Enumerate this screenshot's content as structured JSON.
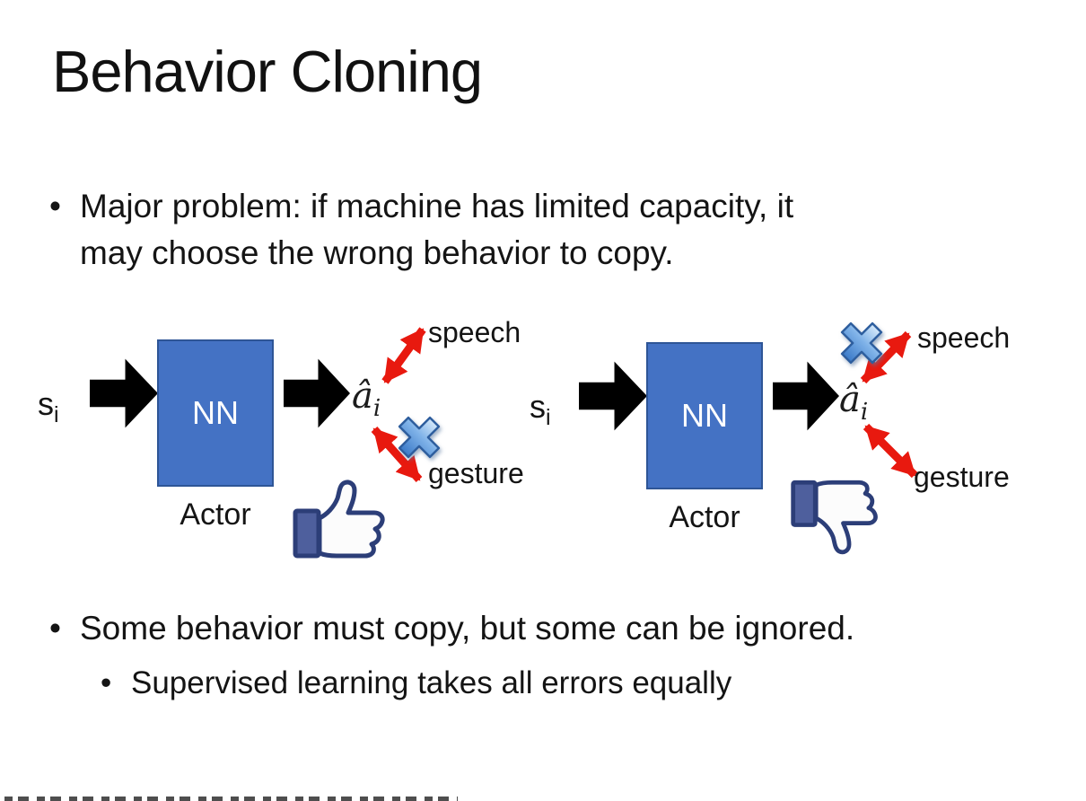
{
  "title": "Behavior Cloning",
  "bullet_main": {
    "line1": "Major problem: if machine has limited capacity, it",
    "line2": "may choose the wrong behavior to copy."
  },
  "bullet_bottom": "Some behavior must copy, but some can be ignored.",
  "bullet_bottom_sub": "Supervised learning takes all errors equally",
  "bullet_glyph": "•",
  "diagrams": {
    "left": {
      "input_base": "s",
      "input_sub": "i",
      "box_label": "NN",
      "box_caption": "Actor",
      "output_base": "â",
      "output_sub": "i",
      "branch_top_label": "speech",
      "branch_bottom_label": "gesture",
      "crossed_out_branch": "gesture",
      "feedback_icon": "thumbs-up-icon"
    },
    "right": {
      "input_base": "s",
      "input_sub": "i",
      "box_label": "NN",
      "box_caption": "Actor",
      "output_base": "â",
      "output_sub": "i",
      "branch_top_label": "speech",
      "branch_bottom_label": "gesture",
      "crossed_out_branch": "speech",
      "feedback_icon": "thumbs-down-icon"
    }
  },
  "colors": {
    "nn_box_fill": "#4472C4",
    "nn_box_border": "#2E5596",
    "arrow_black": "#000000",
    "arrow_red": "#E8190F",
    "cross_blue_light": "#D6E9FA",
    "cross_blue_dark": "#3B7AC8",
    "thumb_outline": "#2C3E78",
    "thumb_cuff_fill": "#4E5F9D",
    "text_color": "#141414"
  }
}
